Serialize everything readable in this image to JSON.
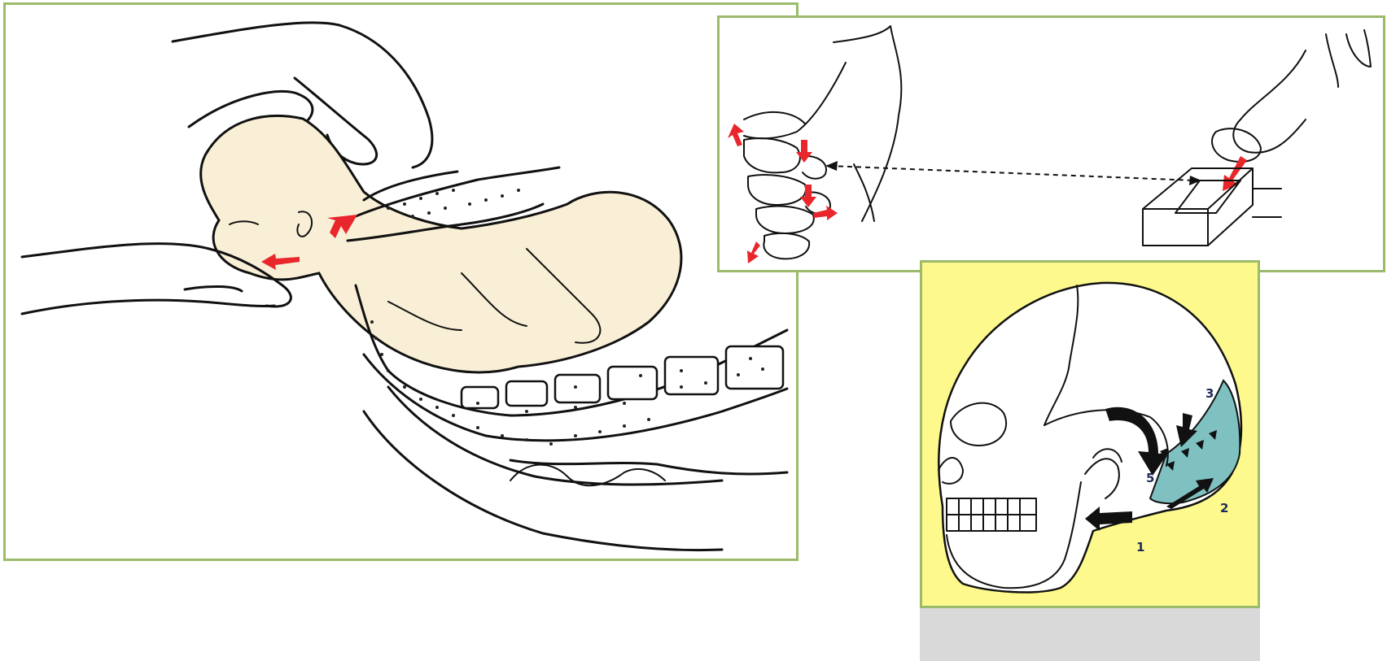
{
  "panels": {
    "birth": {
      "border_color": "#9bbb6a",
      "background": "#ffffff"
    },
    "spine": {
      "border_color": "#9bbb6a",
      "background": "#ffffff"
    },
    "skull": {
      "border_color": "#9bbb6a",
      "background": "#fdf98c",
      "occiput_color": "#7fc0c0",
      "labels": {
        "l1": "1",
        "l2": "2",
        "l3": "3",
        "l5": "5"
      }
    }
  },
  "colors": {
    "arrow_red": "#e8262b",
    "arrow_black": "#111111",
    "skin": "#f9efd6",
    "gray_block": "#d9d9d9"
  }
}
